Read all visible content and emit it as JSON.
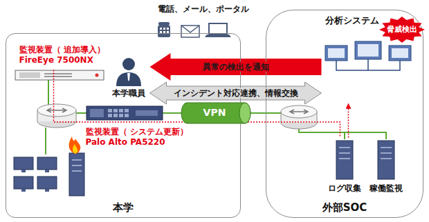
{
  "diagram": {
    "nodes": [
      {
        "text": [
          "本学"
        ]
      },
      {
        "text": [
          "外部SOC"
        ]
      },
      {
        "text": [
          "監視装置（ 追加導入）",
          "FireEye 7500NX"
        ],
        "in": 0
      },
      {
        "text": [
          "本学職員"
        ],
        "in": 0
      },
      {
        "text": [
          "監視装置（ システム更新）",
          "Palo Alto PA5220"
        ],
        "in": 0
      },
      {
        "text": [
          "分析システム"
        ],
        "in": 1
      },
      {
        "text": [
          "脅威検出"
        ],
        "in": 1
      },
      {
        "text": [
          "ログ収集"
        ],
        "in": 1
      },
      {
        "text": [
          "稼働監視"
        ],
        "in": 1
      },
      {
        "text": [
          "VPN"
        ]
      }
    ],
    "edges": [
      {
        "from": 5,
        "to": 3,
        "arrow": "to",
        "label": "異常の検出を通知"
      },
      {
        "from": 3,
        "to": 5,
        "arrow": "both",
        "label": "インシデント対応連携、情報交換"
      },
      {
        "from": 2,
        "to": 7,
        "arrow": "none"
      },
      {
        "from": 7,
        "to": 5,
        "arrow": "to"
      }
    ],
    "labels": [
      "電話、メール、ポータル"
    ]
  }
}
